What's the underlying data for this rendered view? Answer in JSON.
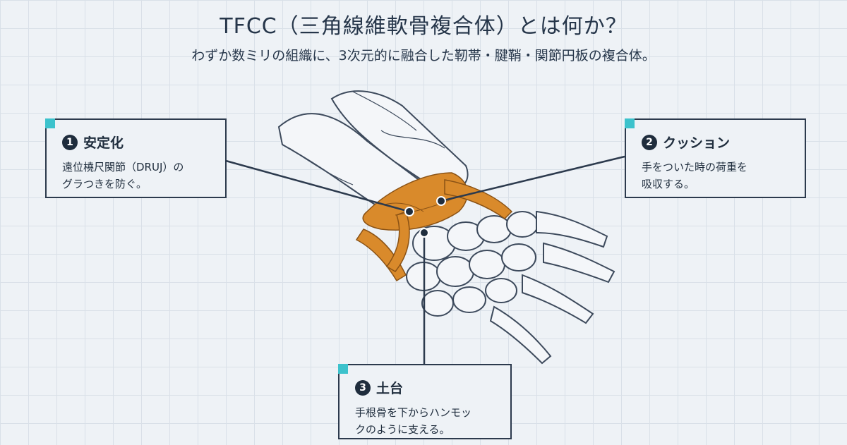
{
  "header": {
    "title": "TFCC（三角線維軟骨複合体）とは何か？",
    "subtitle": "わずか数ミリの組織に、3次元的に融合した靭帯・腱鞘・関節円板の複合体。"
  },
  "cards": [
    {
      "number": "1",
      "title": "安定化",
      "body": "遠位橈尺関節（DRUJ）の\nグラつきを防ぐ。"
    },
    {
      "number": "2",
      "title": "クッション",
      "body": "手をついた時の荷重を\n吸収する。"
    },
    {
      "number": "3",
      "title": "土台",
      "body": "手根骨を下からハンモッ\nクのように支える。"
    }
  ],
  "colors": {
    "accent": "#3cc2cc",
    "tfcc": "#d98a2b",
    "ink": "#1f2d3d",
    "background": "#eef2f6"
  },
  "icons": [
    "corner-accent-icon"
  ]
}
